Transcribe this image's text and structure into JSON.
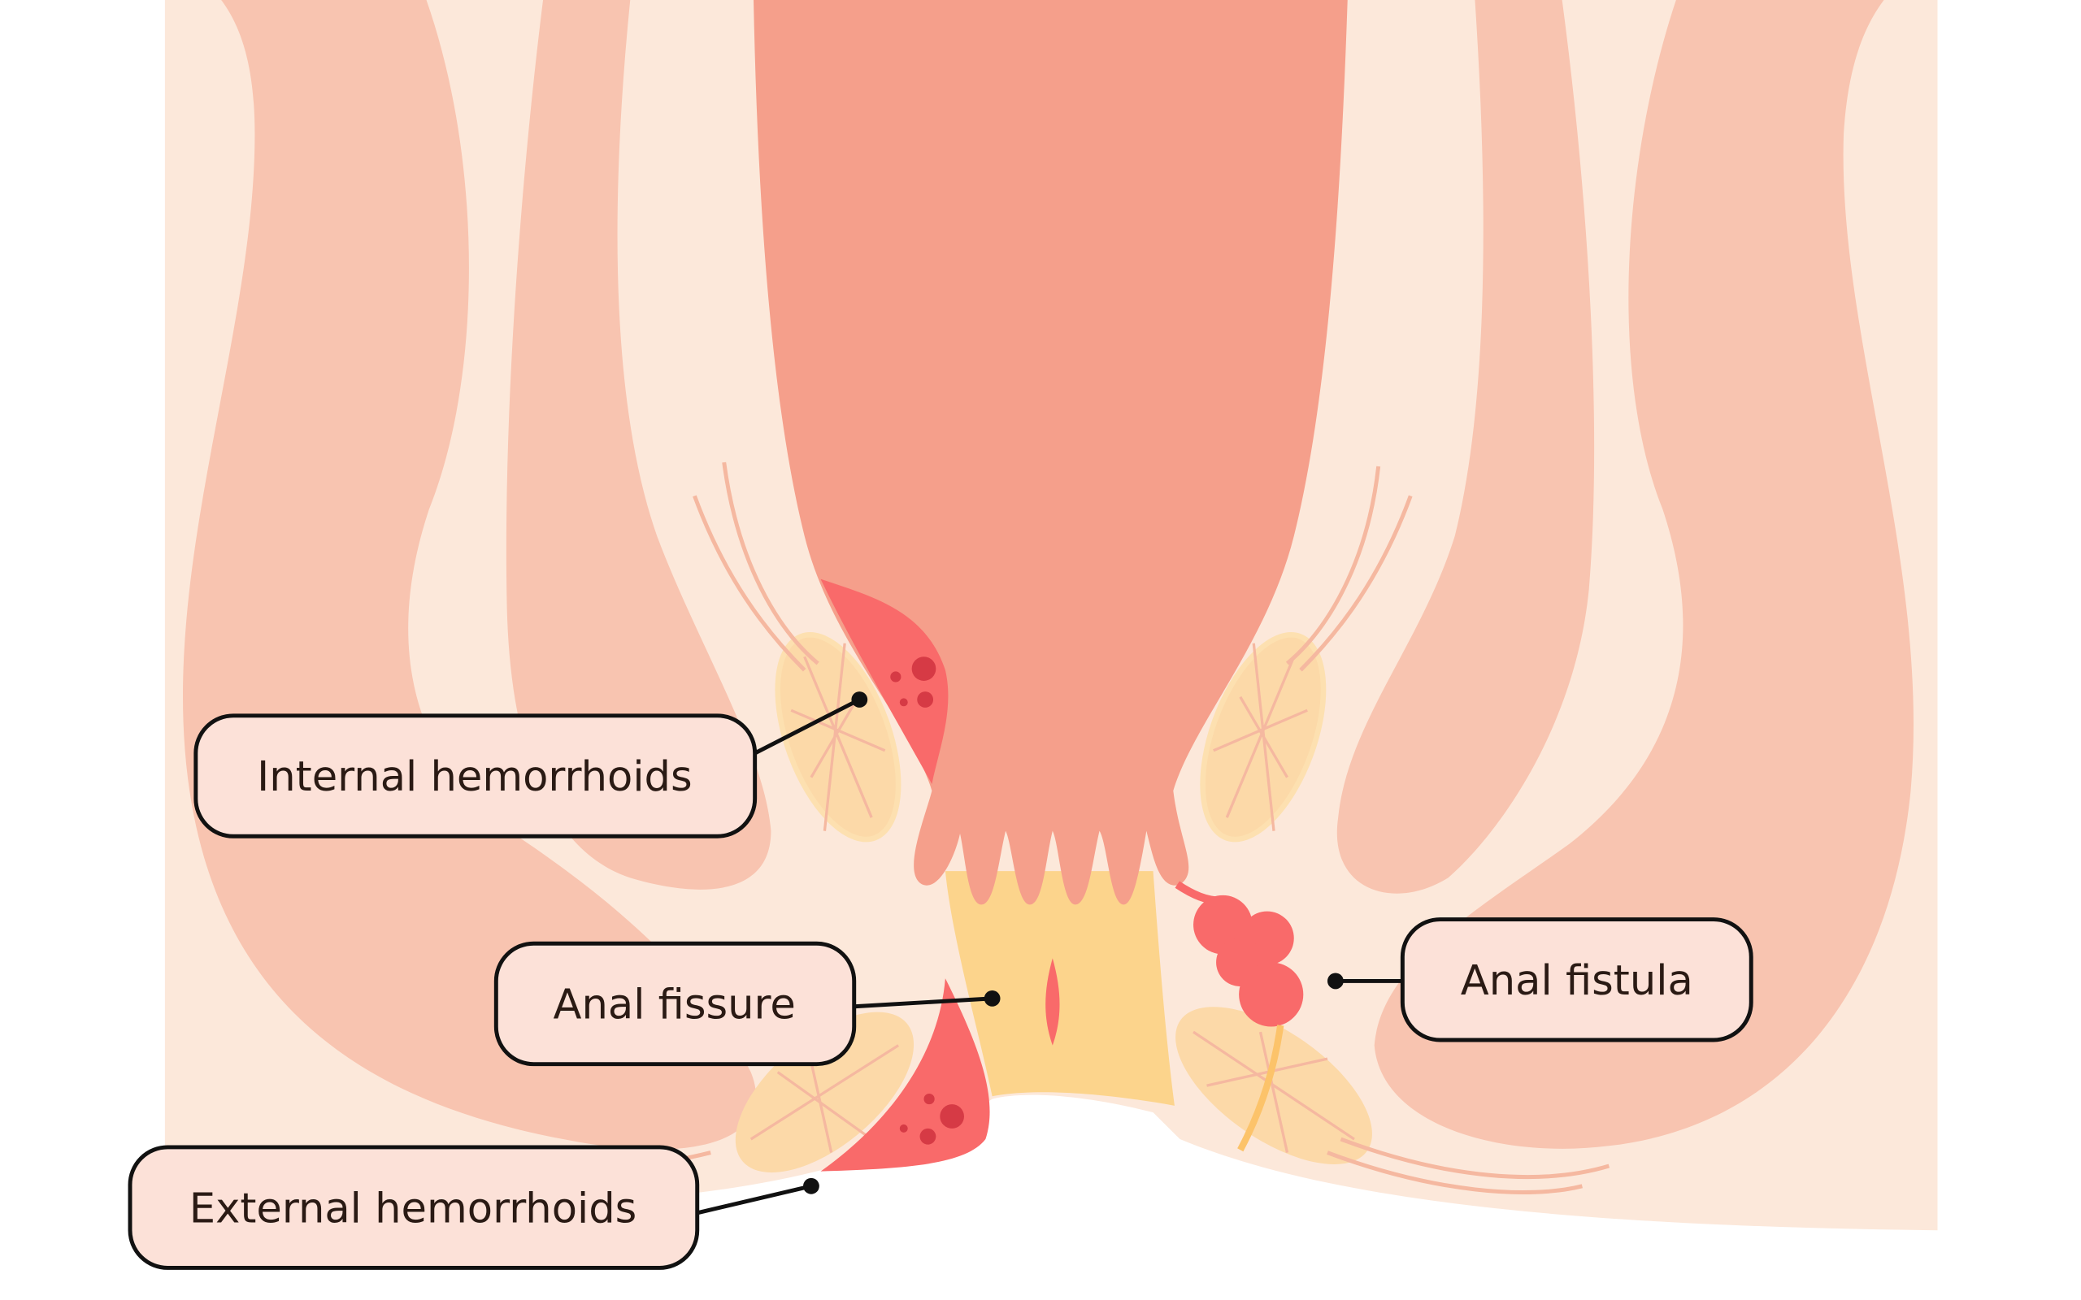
{
  "labels": {
    "internal": "Internal hemorrhoids",
    "fissure": "Anal fissure",
    "fistula": "Anal fistula",
    "external": "External hemorrhoids"
  },
  "colors": {
    "background": "#fce8da",
    "muscle": "#f8c4b0",
    "rectum": "#f59f8b",
    "canal": "#fcd48c",
    "lesion": "#f96a6a",
    "label_fill": "#fce1d8"
  }
}
